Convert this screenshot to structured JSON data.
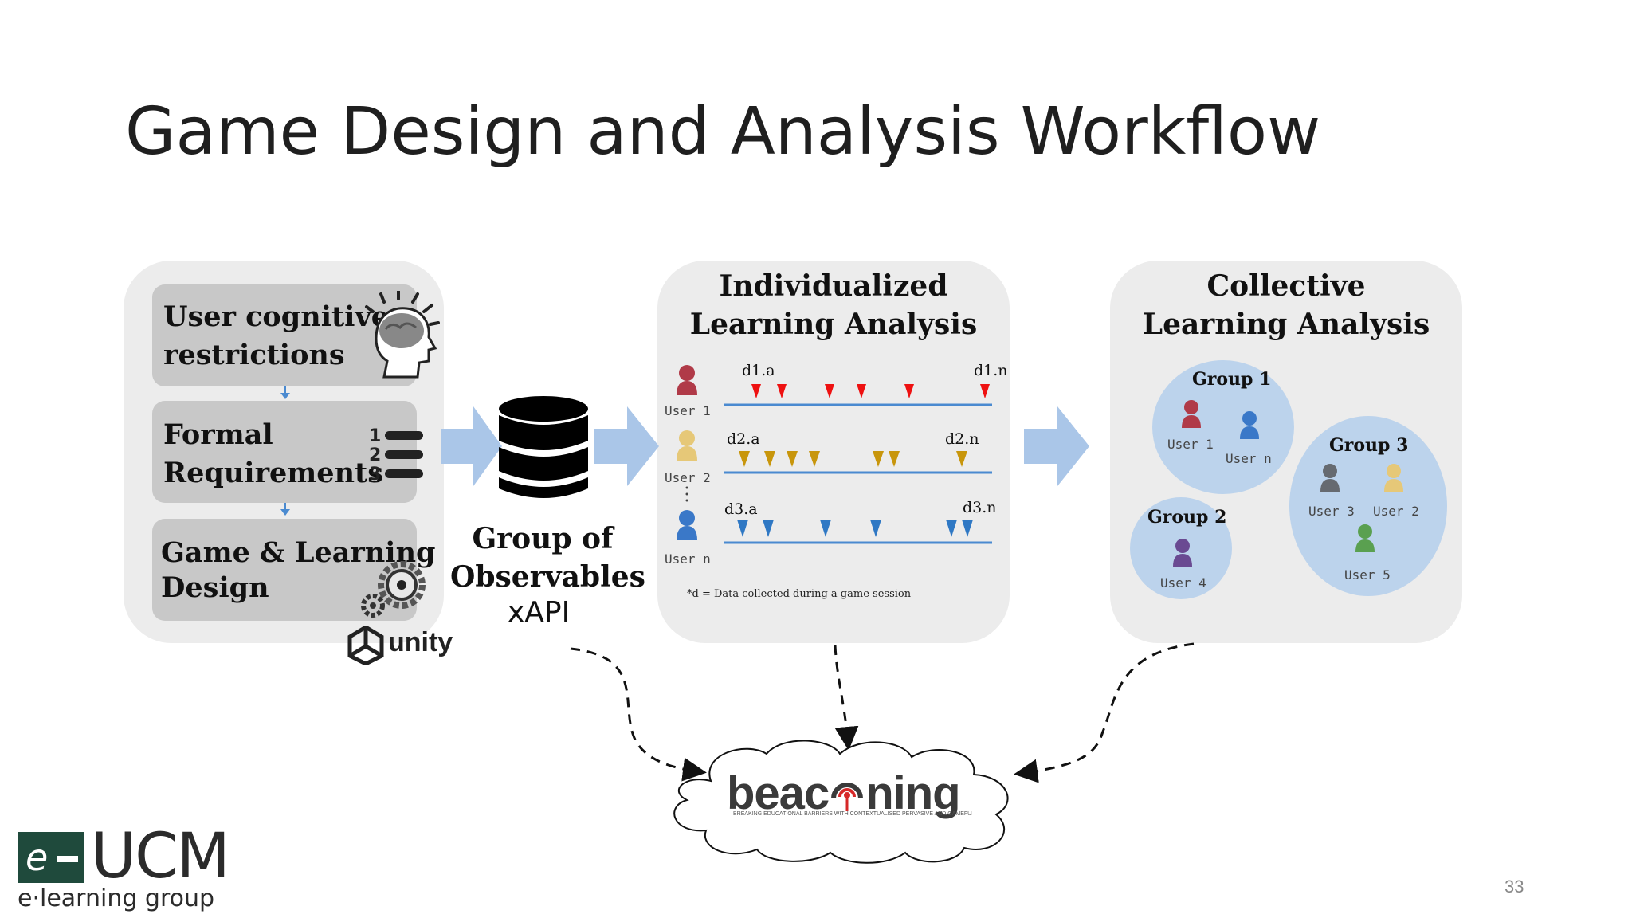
{
  "slide": {
    "title": "Game Design and Analysis Workflow",
    "page_number": "33"
  },
  "design_panel": {
    "cards": [
      {
        "label_l1": "User cognitive",
        "label_l2": "restrictions",
        "icon": "head-brain-icon"
      },
      {
        "label_l1": "Formal",
        "label_l2": "Requirements",
        "icon": "numbered-list-icon"
      },
      {
        "label_l1": "Game & Learning",
        "label_l2": "Design",
        "icon": "gears-icon"
      }
    ],
    "list_numbers": [
      "1",
      "2",
      "3"
    ],
    "unity_label": "unity"
  },
  "observables": {
    "line1": "Group of",
    "line2": "Observables",
    "line3": "xAPI",
    "icon": "database-icon"
  },
  "individual_panel": {
    "heading_l1": "Individualized",
    "heading_l2": "Learning Analysis",
    "rows": [
      {
        "user": "User 1",
        "start": "d1.a",
        "end": "d1.n",
        "color": "#ee1111"
      },
      {
        "user": "User 2",
        "start": "d2.a",
        "end": "d2.n",
        "color": "#c8960c"
      },
      {
        "user": "User n",
        "start": "d3.a",
        "end": "d3.n",
        "color": "#2f78c4"
      }
    ],
    "footnote": "*d = Data collected during a game session",
    "line_color": "#4a8ad0"
  },
  "collective_panel": {
    "heading_l1": "Collective",
    "heading_l2": "Learning Analysis",
    "groups": [
      {
        "name": "Group 1",
        "users": [
          "User 1",
          "User n"
        ]
      },
      {
        "name": "Group 2",
        "users": [
          "User 4"
        ]
      },
      {
        "name": "Group 3",
        "users": [
          "User 3",
          "User 2",
          "User 5"
        ]
      }
    ]
  },
  "beaconing": {
    "logo_text_a": "beac",
    "logo_text_b": "ning",
    "tagline": "BREAKING EDUCATIONAL BARRIERS WITH CONTEXTUALISED PERVASIVE AND GAMEFUL LEARNING"
  },
  "logo": {
    "ucm": "UCM",
    "elearning": "e·learning group"
  },
  "colors": {
    "panel_bg": "#ececec",
    "card_bg": "#c8c8c8",
    "flow_arrow": "#aac6e8",
    "group_bg": "#bcd3ec",
    "user_red": "#b03a48",
    "user_blue": "#3a78c8",
    "user_yellow": "#e6c878",
    "user_gray": "#666a70",
    "user_green": "#5aa050",
    "user_purple": "#6a4a92"
  }
}
